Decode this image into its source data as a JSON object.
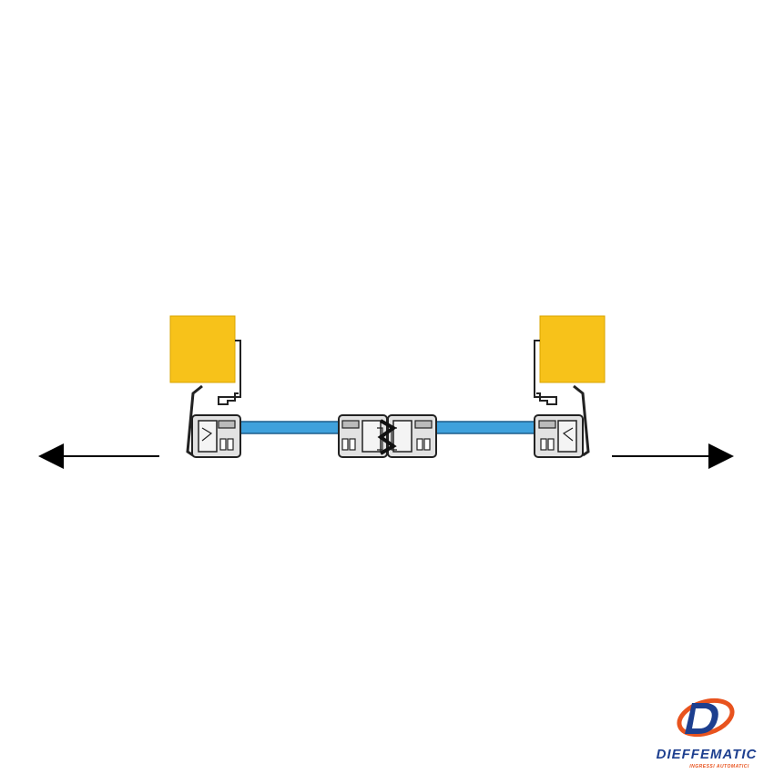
{
  "diagram": {
    "description_free": true,
    "colors": {
      "motor_box": "#f7c21a",
      "motor_box_edge": "#d9a400",
      "glass": "#3fa1dc",
      "glass_edge": "#1d5d8a",
      "profile_fill": "#d8d8d8",
      "profile_edge": "#222222",
      "arrow": "#000000"
    },
    "arrows": {
      "left": "left-arrow",
      "right": "right-arrow"
    },
    "icons": {
      "left": "arrow-left-icon",
      "right": "arrow-right-icon"
    }
  },
  "logo": {
    "brand": "DIEFFEMATIC",
    "tagline": "INGRESSI AUTOMATICI",
    "colors": {
      "blue": "#1d3f8f",
      "orange": "#e8531e"
    }
  }
}
